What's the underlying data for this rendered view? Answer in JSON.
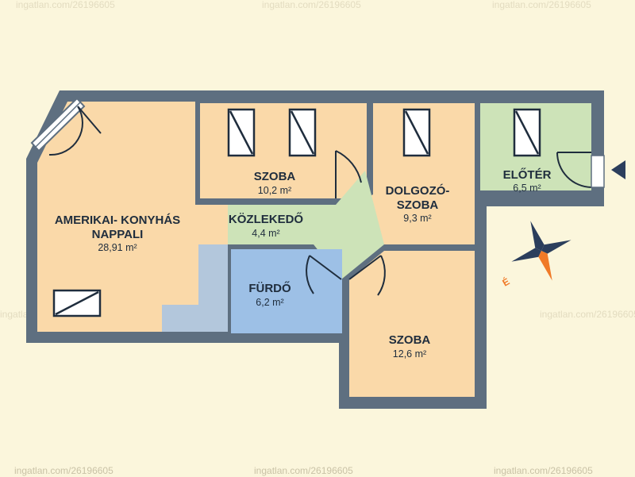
{
  "colors": {
    "background": "#fbf6dc",
    "wall": "#5e6f80",
    "wall_inner": "#8a98a6",
    "room_orange": "#fad9a9",
    "room_green": "#cde3b8",
    "room_blue": "#9dc0e6",
    "room_blue_light": "#b3c7dc",
    "text": "#1f2d3d",
    "compass_navy": "#2b3e5c",
    "compass_orange": "#f07a28"
  },
  "rooms": {
    "living": {
      "name_line1": "AMERIKAI- KONYHÁS",
      "name_line2": "NAPPALI",
      "area": "28,91 m²"
    },
    "bedroom_top": {
      "name": "SZOBA",
      "area": "10,2 m²"
    },
    "study": {
      "name_line1": "DOLGOZÓ-",
      "name_line2": "SZOBA",
      "area": "9,3 m²"
    },
    "hall": {
      "name": "ELŐTÉR",
      "area": "6,5 m²"
    },
    "corridor": {
      "name": "KÖZLEKEDŐ",
      "area": "4,4 m²"
    },
    "bathroom": {
      "name": "FÜRDŐ",
      "area": "6,2 m²"
    },
    "bedroom_bottom": {
      "name": "SZOBA",
      "area": "12,6 m²"
    }
  },
  "compass": {
    "label": "É",
    "icon": "compass-rose-icon"
  },
  "entrance": {
    "icon": "entrance-arrow-icon"
  },
  "watermarks": {
    "text": "ingatlan.com/26196605",
    "footer": "ingatlan.com/26196605"
  }
}
